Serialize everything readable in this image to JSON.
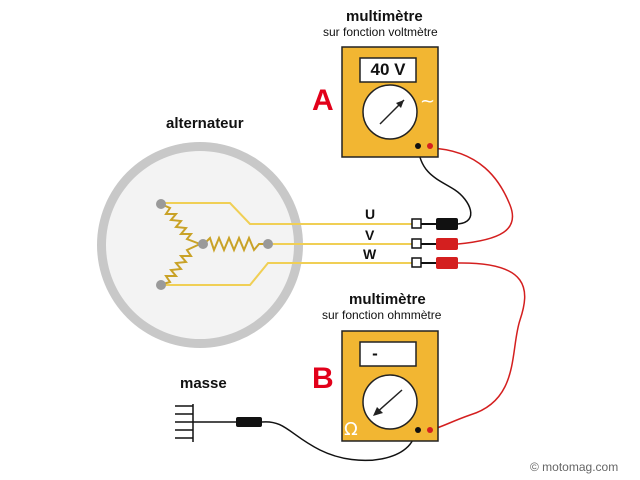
{
  "labels": {
    "alternator": "alternateur",
    "ground": "masse",
    "meter_a_title": "multimètre",
    "meter_a_subtitle": "sur fonction voltmètre",
    "meter_b_title": "multimètre",
    "meter_b_subtitle": "sur fonction ohmmètre",
    "meter_a_letter": "A",
    "meter_b_letter": "B",
    "wire_u": "U",
    "wire_v": "V",
    "wire_w": "W",
    "watermark": "© motomag.com"
  },
  "meter_a": {
    "display": "40 V",
    "mode_symbol": "~"
  },
  "meter_b": {
    "display": "-",
    "mode_symbol": "Ω"
  },
  "colors": {
    "meter_body": "#f2b632",
    "meter_border": "#222222",
    "letter_red": "#e2001a",
    "wire_red": "#d41f1f",
    "wire_black": "#111111",
    "winding": "#c9a227",
    "phase_wire": "#f0cf55",
    "alternator_rim": "#bfbfbf",
    "alternator_fill": "#f2f2f2"
  }
}
